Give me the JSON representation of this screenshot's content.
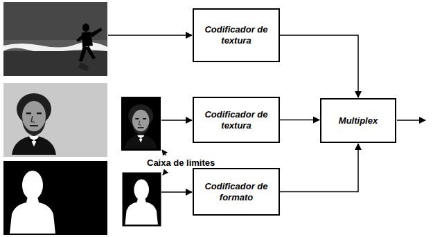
{
  "diagram": {
    "nodes": [
      {
        "text": [
          "Codificador de textura"
        ]
      },
      {
        "text": [
          "Codificador de textura"
        ]
      },
      {
        "text": [
          "Codificador de formato"
        ]
      },
      {
        "text": [
          "Multiplex"
        ]
      }
    ],
    "edges": [
      {
        "from": 0,
        "to": 3,
        "arrow": "to"
      },
      {
        "from": 1,
        "to": 3,
        "arrow": "to"
      },
      {
        "from": 2,
        "to": 3,
        "arrow": "to"
      }
    ],
    "labels": [
      "Caixa de limites"
    ]
  }
}
